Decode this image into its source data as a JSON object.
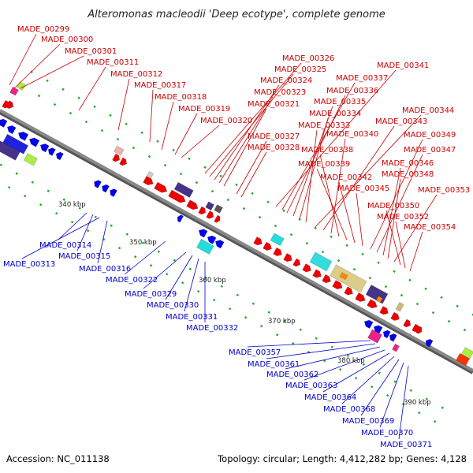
{
  "title": "Alteromonas macleodii 'Deep ecotype', complete genome",
  "accession": "Accession: NC_011138",
  "summary": "Topology: circular; Length: 4,412,282 bp; Genes: 4,128",
  "colors": {
    "forward_label": "#cc0000",
    "reverse_label": "#0000cc",
    "forward_gene": "#ee0000",
    "reverse_gene": "#0000ee",
    "backbone": "#888888",
    "tick_dot": "#22aa22"
  },
  "kbp_markers": [
    "340 kbp",
    "350 kbp",
    "360 kbp",
    "370 kbp",
    "380 kbp",
    "390 kbp"
  ],
  "forward_labels": [
    "MADE_00299",
    "MADE_00300",
    "MADE_00301",
    "MADE_00311",
    "MADE_00312",
    "MADE_00317",
    "MADE_00318",
    "MADE_00319",
    "MADE_00320",
    "MADE_00326",
    "MADE_00325",
    "MADE_00324",
    "MADE_00323",
    "MADE_00321",
    "MADE_00327",
    "MADE_00328",
    "MADE_00341",
    "MADE_00337",
    "MADE_00336",
    "MADE_00335",
    "MADE_00334",
    "MADE_00333",
    "MADE_00344",
    "MADE_00343",
    "MADE_00340",
    "MADE_00338",
    "MADE_00339",
    "MADE_00342",
    "MADE_00345",
    "MADE_00349",
    "MADE_00347",
    "MADE_00346",
    "MADE_00348",
    "MADE_00353",
    "MADE_00350",
    "MADE_00352",
    "MADE_00354"
  ],
  "reverse_labels": [
    "MADE_00314",
    "MADE_00315",
    "MADE_00313",
    "MADE_00316",
    "MADE_00322",
    "MADE_00329",
    "MADE_00330",
    "MADE_00331",
    "MADE_00332",
    "MADE_00357",
    "MADE_00361",
    "MADE_00362",
    "MADE_00363",
    "MADE_00364",
    "MADE_00368",
    "MADE_00369",
    "MADE_00370",
    "MADE_00371"
  ]
}
